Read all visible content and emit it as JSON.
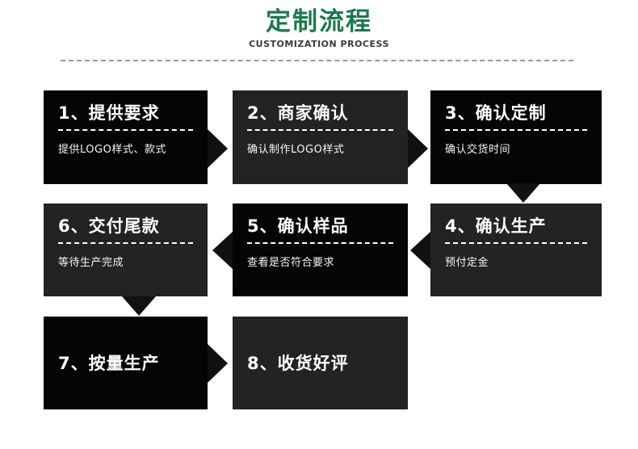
{
  "header": {
    "title": "定制流程",
    "subtitle": "CUSTOMIZATION PROCESS"
  },
  "steps": [
    {
      "heading": "1、提供要求",
      "sub": "提供LOGO样式、款式"
    },
    {
      "heading": "2、商家确认",
      "sub": "确认制作LOGO样式"
    },
    {
      "heading": "3、确认定制",
      "sub": "确认交货时间"
    },
    {
      "heading": "4、确认生产",
      "sub": "预付定金"
    },
    {
      "heading": "5、确认样品",
      "sub": "查看是否符合要求"
    },
    {
      "heading": "6、交付尾款",
      "sub": "等待生产完成"
    },
    {
      "heading": "7、按量生产"
    },
    {
      "heading": "8、收货好评"
    }
  ],
  "flow": {
    "arrows": [
      "step1-to-step2-right",
      "step2-to-step3-right",
      "step3-to-step4-down",
      "step4-to-step5-left",
      "step5-to-step6-left",
      "step6-to-step7-down",
      "step7-to-step8-right"
    ]
  },
  "icons": {
    "arrow_right": "black-triangle-right",
    "arrow_left": "black-triangle-left",
    "arrow_down": "black-triangle-down"
  },
  "colors": {
    "accent_green": "#1b7a4e",
    "box_black": "#050505",
    "box_gray": "#232323",
    "arrow_black": "#111111",
    "divider_gray": "#999999",
    "text_white": "#ffffff"
  }
}
